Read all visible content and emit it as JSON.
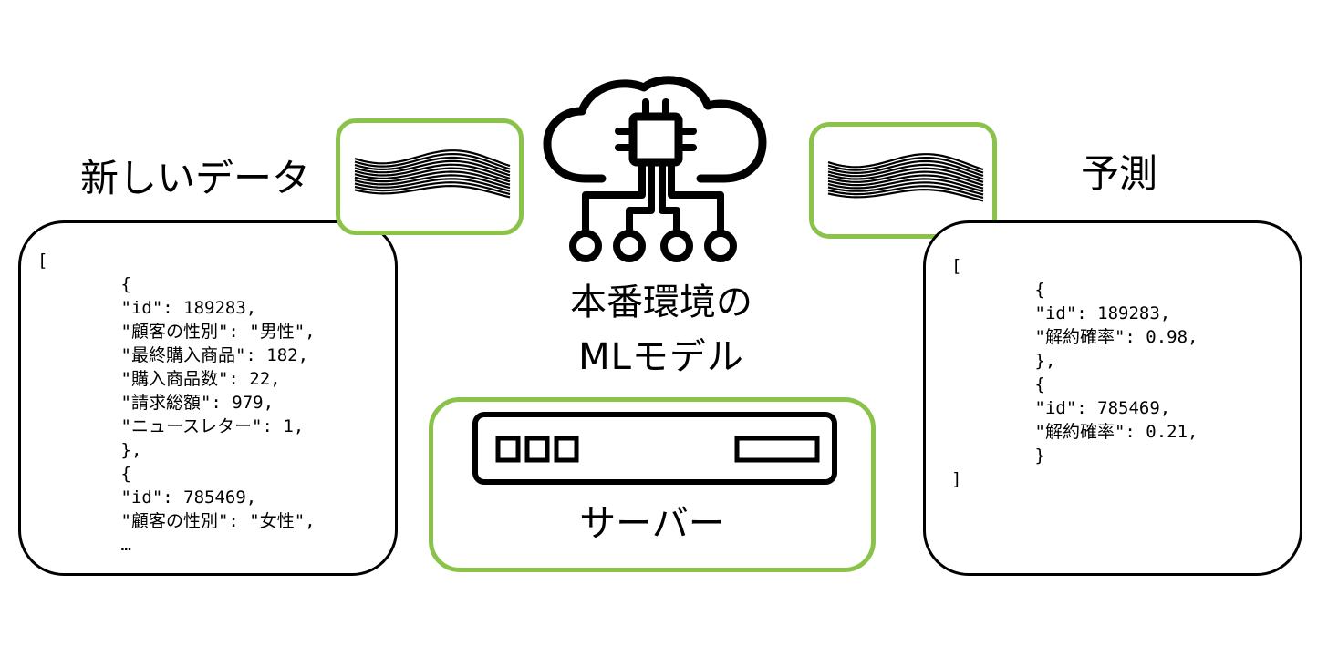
{
  "input": {
    "title": "新しいデータ",
    "code_lines": [
      "[",
      "        {",
      "        \"id\": 189283,",
      "        \"顧客の性別\": \"男性\",",
      "        \"最終購入商品\": 182,",
      "        \"購入商品数\": 22,",
      "        \"請求総額\": 979,",
      "        \"ニュースレター\": 1,",
      "        },",
      "        {",
      "        \"id\": 785469,",
      "        \"顧客の性別\": \"女性\",",
      "        …"
    ]
  },
  "model": {
    "line1": "本番環境の",
    "line2": "MLモデル"
  },
  "server": {
    "label": "サーバー"
  },
  "output": {
    "title": "予測",
    "code_lines": [
      "[",
      "        {",
      "        \"id\": 189283,",
      "        \"解約確率\": 0.98,",
      "        },",
      "        {",
      "        \"id\": 785469,",
      "        \"解約確率\": 0.21,",
      "        }",
      "]"
    ]
  },
  "colors": {
    "accent": "#8bc34a",
    "stroke": "#000000"
  },
  "icons": [
    "data-wave-icon",
    "cloud-chip-icon",
    "server-rack-icon"
  ]
}
